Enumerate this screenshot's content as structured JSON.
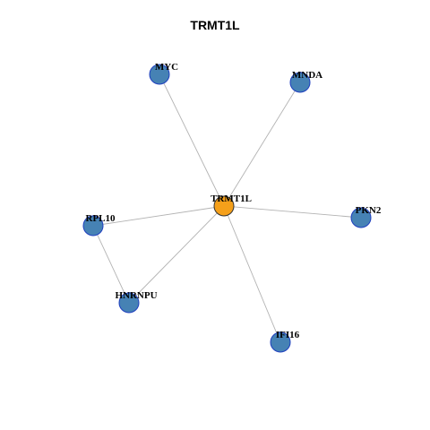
{
  "title": "TRMT1L",
  "colors": {
    "hub_fill": "#F5A01A",
    "leaf_fill": "#4682B4",
    "leaf_stroke": "#1F3FBF",
    "hub_stroke": "#333333",
    "edge": "#B3B3B3"
  },
  "nodes": [
    {
      "id": "TRMT1L",
      "label": "TRMT1L",
      "hub": true
    },
    {
      "id": "MYC",
      "label": "MYC"
    },
    {
      "id": "MNDA",
      "label": "MNDA"
    },
    {
      "id": "PKN2",
      "label": "PKN2"
    },
    {
      "id": "RPL10",
      "label": "RPL10"
    },
    {
      "id": "HNRNPU",
      "label": "HNRNPU"
    },
    {
      "id": "IFI16",
      "label": "IFI16"
    }
  ],
  "edges": [
    [
      "TRMT1L",
      "MYC"
    ],
    [
      "TRMT1L",
      "MNDA"
    ],
    [
      "TRMT1L",
      "PKN2"
    ],
    [
      "TRMT1L",
      "RPL10"
    ],
    [
      "TRMT1L",
      "HNRNPU"
    ],
    [
      "TRMT1L",
      "IFI16"
    ],
    [
      "RPL10",
      "HNRNPU"
    ]
  ]
}
